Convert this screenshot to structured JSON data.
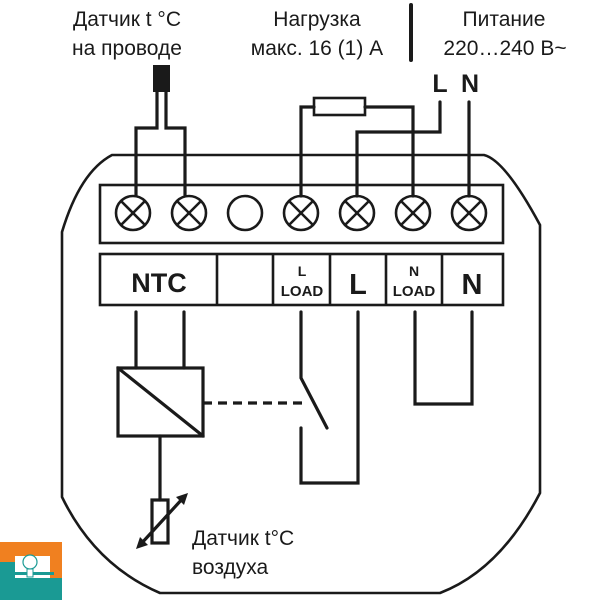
{
  "labels": {
    "wire_sensor": [
      "Датчик t °C",
      "на проводе"
    ],
    "load": [
      "Нагрузка",
      "макс. 16 (1) А"
    ],
    "power": [
      "Питание",
      "220…240 В~"
    ],
    "air_sensor": [
      "Датчик t°C",
      "воздуха"
    ],
    "supply_L": "L",
    "supply_N": "N"
  },
  "terminals": [
    {
      "id": "ntc-1",
      "type": "screw"
    },
    {
      "id": "ntc-2",
      "type": "screw"
    },
    {
      "id": "empty",
      "type": "empty"
    },
    {
      "id": "l-load",
      "type": "screw"
    },
    {
      "id": "l",
      "type": "screw"
    },
    {
      "id": "n-load",
      "type": "screw"
    },
    {
      "id": "n",
      "type": "screw"
    }
  ],
  "terminal_labels": {
    "ntc": "NTC",
    "blank": "",
    "l_load_top": "L",
    "l_load_bottom": "LOAD",
    "l": "L",
    "n_load_top": "N",
    "n_load_bottom": "LOAD",
    "n": "N"
  },
  "logo": {
    "icon": "light-bulb-icon",
    "colors": {
      "orange": "#f08020",
      "teal": "#1a9a94"
    }
  }
}
